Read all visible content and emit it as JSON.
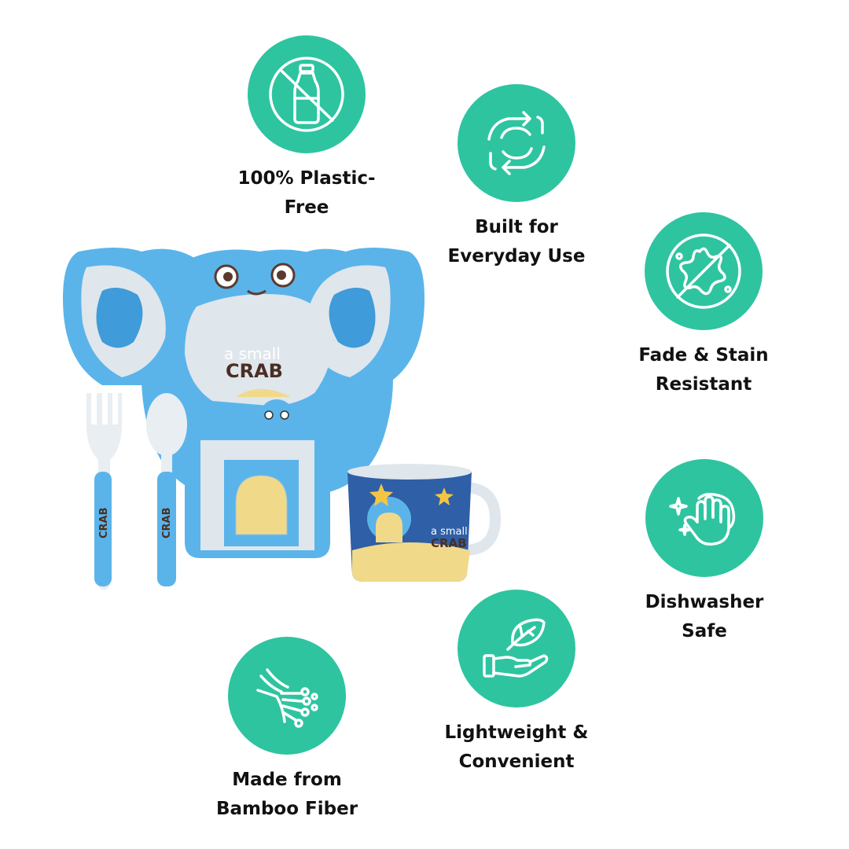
{
  "colors": {
    "accent": "#2ec4a0",
    "text": "#111111",
    "plate": "#5ab4ea",
    "plate_inner": "#dfe6ec"
  },
  "features": [
    {
      "id": "plastic-free",
      "icon": "no-plastic-bottle-icon",
      "lines": [
        "100% Plastic-",
        "Free"
      ]
    },
    {
      "id": "everyday-use",
      "icon": "refresh-cycle-icon",
      "lines": [
        "Built for",
        "Everyday Use"
      ]
    },
    {
      "id": "stain-resistant",
      "icon": "no-stain-icon",
      "lines": [
        "Fade & Stain",
        "Resistant"
      ]
    },
    {
      "id": "dishwasher-safe",
      "icon": "washing-hand-sparkle-icon",
      "lines": [
        "Dishwasher",
        "Safe"
      ]
    },
    {
      "id": "lightweight",
      "icon": "leaf-on-hand-icon",
      "lines": [
        "Lightweight &",
        "Convenient"
      ]
    },
    {
      "id": "bamboo-fiber",
      "icon": "bamboo-fiber-hand-icon",
      "lines": [
        "Made from",
        "Bamboo Fiber"
      ]
    }
  ],
  "product": {
    "plate_text_small": "a small",
    "plate_text_big": "CRAB",
    "utensil_text": "CRAB",
    "cup_text_small": "a small",
    "cup_text_big": "CRAB"
  }
}
